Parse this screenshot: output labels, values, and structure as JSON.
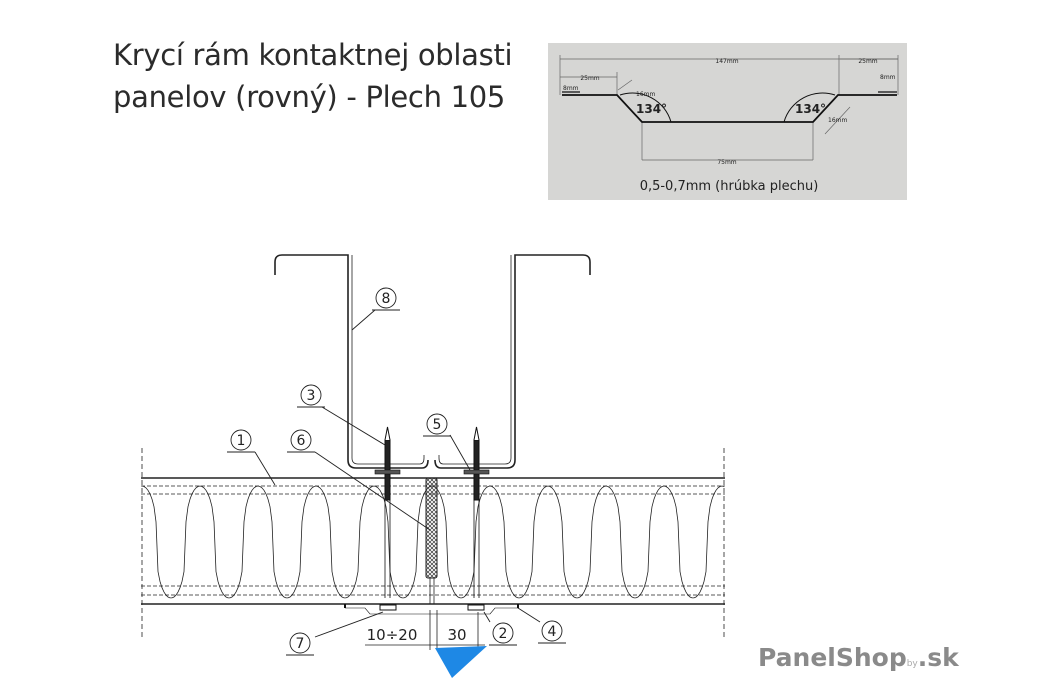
{
  "title": {
    "line1": "Krycí rám kontaktnej oblasti",
    "line2": "panelov (rovný) - Plech 105"
  },
  "profile": {
    "total_width": "147mm",
    "left_flange": "25mm",
    "right_flange": "25mm",
    "left_hem": "8mm",
    "right_hem": "8mm",
    "left_slope": "16mm",
    "right_slope": "16mm",
    "left_angle": "134°",
    "right_angle": "134°",
    "bottom_width": "75mm",
    "thickness_note": "0,5-0,7mm (hrúbka plechu)"
  },
  "callouts": [
    "1",
    "2",
    "3",
    "4",
    "5",
    "6",
    "7",
    "8"
  ],
  "dimensions": {
    "gap": "10÷20",
    "offset": "30"
  },
  "logo": {
    "main": "PanelShop",
    "mid": "by",
    "tld": ".sk"
  },
  "colors": {
    "panel_bg": "#d6d6d4",
    "line": "#1a1a1a",
    "accent": "#1e88e5",
    "logo": "#8a8a8a"
  }
}
